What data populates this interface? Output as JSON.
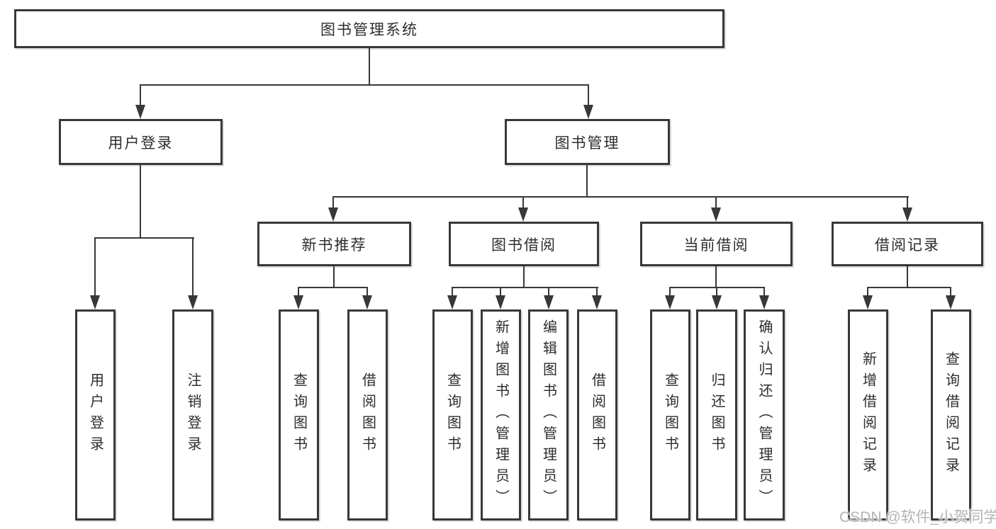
{
  "nodes": {
    "root": "图书管理系统",
    "user_login": "用户登录",
    "book_mgmt": "图书管理",
    "new_rec": "新书推荐",
    "book_borrow": "图书借阅",
    "current_borrow": "当前借阅",
    "borrow_record": "借阅记录",
    "leaves": {
      "user_login_1": "用户登录",
      "user_login_2": "注销登录",
      "new_rec_1": "查询图书",
      "new_rec_2": "借阅图书",
      "borrow_1": "查询图书",
      "borrow_2": "新增图书（管理员）",
      "borrow_3": "编辑图书（管理员）",
      "borrow_4": "借阅图书",
      "current_1": "查询图书",
      "current_2": "归还图书",
      "current_3": "确认归还（管理员）",
      "record_1": "新增借阅记录",
      "record_2": "查询借阅记录"
    }
  },
  "watermark": "CSDN @软件_小贺同学",
  "colors": {
    "line": "#383838",
    "text": "#2d2d2d",
    "watermark": "#b4b4b4",
    "background": "#ffffff"
  }
}
